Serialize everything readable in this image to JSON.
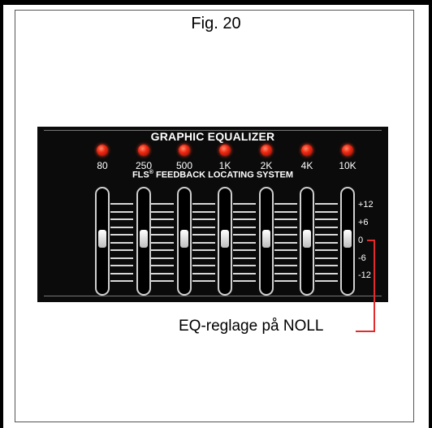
{
  "figure": {
    "label": "Fig. 20"
  },
  "equalizer": {
    "title": "GRAPHIC EQUALIZER",
    "bands": [
      "80",
      "250",
      "500",
      "1K",
      "2K",
      "4K",
      "10K"
    ],
    "fls_label": "FEEDBACK LOCATING SYSTEM",
    "fls_prefix": "FLS",
    "fls_mark": "®",
    "scale": [
      "+12",
      "+6",
      "0",
      "-6",
      "-12"
    ],
    "slider_setting": "0"
  },
  "callout": {
    "text": "EQ-reglage på NOLL"
  },
  "colors": {
    "led": "#f02a14",
    "callout_line": "#e32b2b",
    "panel": "#0b0b0b"
  }
}
